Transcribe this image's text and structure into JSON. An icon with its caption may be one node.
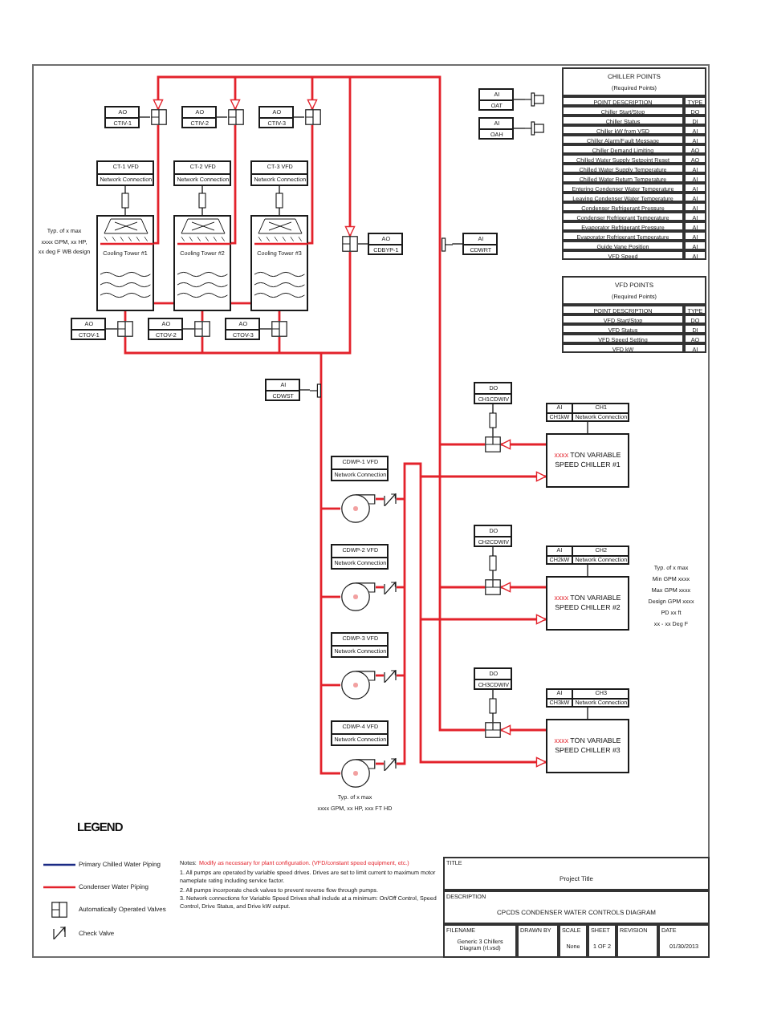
{
  "diagram": {
    "nodes": [
      {
        "text": [
          "AO",
          "CTIV-1"
        ]
      },
      {
        "text": [],
        "shape": "valve"
      },
      {
        "text": [
          "AO",
          "CTIV-2"
        ]
      },
      {
        "text": [],
        "shape": "valve"
      },
      {
        "text": [
          "AO",
          "CTIV-3"
        ]
      },
      {
        "text": [],
        "shape": "valve"
      },
      {
        "text": [
          "AI",
          "OAT"
        ]
      },
      {
        "text": [],
        "shape": "sensor"
      },
      {
        "text": [
          "AI",
          "OAH"
        ]
      },
      {
        "text": [],
        "shape": "sensor"
      },
      {
        "text": [
          "CT-1 VFD",
          "Network Connection"
        ]
      },
      {
        "text": [
          "CT-2 VFD",
          "Network Connection"
        ]
      },
      {
        "text": [
          "CT-3 VFD",
          "Network Connection"
        ]
      },
      {
        "text": [
          "Cooling Tower #1"
        ]
      },
      {
        "text": [
          "Cooling Tower #2"
        ]
      },
      {
        "text": [
          "Cooling Tower #3"
        ]
      },
      {
        "text": [],
        "shape": "valve"
      },
      {
        "text": [
          "AO",
          "CDBYP-1"
        ]
      },
      {
        "text": [],
        "shape": "sensor"
      },
      {
        "text": [
          "AI",
          "CDWRT"
        ]
      },
      {
        "text": [
          "AO",
          "CTOV-1"
        ]
      },
      {
        "text": [],
        "shape": "valve"
      },
      {
        "text": [
          "AO",
          "CTOV-2"
        ]
      },
      {
        "text": [],
        "shape": "valve"
      },
      {
        "text": [
          "AO",
          "CTOV-3"
        ]
      },
      {
        "text": [],
        "shape": "valve"
      },
      {
        "text": [
          "AI",
          "CDWST"
        ]
      },
      {
        "text": [],
        "shape": "sensor"
      },
      {
        "text": [
          "CDWP-1 VFD",
          "Network Connection"
        ]
      },
      {
        "text": [],
        "shape": "pump"
      },
      {
        "text": [],
        "shape": "valve"
      },
      {
        "text": [
          "DO",
          "CH1CDWIV"
        ]
      },
      {
        "text": [
          "AI",
          "CH1",
          "CH1kW",
          "Network Connection"
        ]
      },
      {
        "text": [],
        "shape": "valve"
      },
      {
        "text": [
          "xxxx TON VARIABLE SPEED CHILLER #1"
        ]
      },
      {
        "text": [
          "CDWP-2 VFD",
          "Network Connection"
        ]
      },
      {
        "text": [],
        "shape": "pump"
      },
      {
        "text": [],
        "shape": "valve"
      },
      {
        "text": [
          "DO",
          "CH2CDWIV"
        ]
      },
      {
        "text": [
          "AI",
          "CH2",
          "CH2kW",
          "Network Connection"
        ]
      },
      {
        "text": [],
        "shape": "valve"
      },
      {
        "text": [
          "xxxx TON VARIABLE SPEED CHILLER #2"
        ]
      },
      {
        "text": [
          "CDWP-3 VFD",
          "Network Connection"
        ]
      },
      {
        "text": [],
        "shape": "pump"
      },
      {
        "text": [],
        "shape": "valve"
      },
      {
        "text": [
          "DO",
          "CH3CDWIV"
        ]
      },
      {
        "text": [
          "AI",
          "CH3",
          "CH3kW",
          "Network Connection"
        ]
      },
      {
        "text": [],
        "shape": "valve"
      },
      {
        "text": [
          "xxxx TON VARIABLE SPEED CHILLER #3"
        ]
      },
      {
        "text": [
          "CDWP-4 VFD",
          "Network Connection"
        ]
      },
      {
        "text": [],
        "shape": "pump"
      },
      {
        "text": [],
        "shape": "valve"
      }
    ],
    "edges": [
      {
        "from": 0,
        "to": 1,
        "arrow": "none",
        "color": "#000000"
      },
      {
        "from": 2,
        "to": 3,
        "arrow": "none",
        "color": "#000000"
      },
      {
        "from": 4,
        "to": 5,
        "arrow": "none",
        "color": "#000000"
      },
      {
        "from": 6,
        "to": 7,
        "arrow": "none",
        "color": "#000000"
      },
      {
        "from": 8,
        "to": 9,
        "arrow": "none",
        "color": "#000000"
      },
      {
        "from": 10,
        "to": 13,
        "arrow": "none",
        "color": "#000000"
      },
      {
        "from": 11,
        "to": 14,
        "arrow": "none",
        "color": "#000000"
      },
      {
        "from": 12,
        "to": 15,
        "arrow": "none",
        "color": "#000000"
      },
      {
        "from": 17,
        "to": 16,
        "arrow": "none",
        "color": "#000000"
      },
      {
        "from": 19,
        "to": 18,
        "arrow": "none",
        "color": "#000000"
      },
      {
        "from": 20,
        "to": 21,
        "arrow": "none",
        "color": "#000000"
      },
      {
        "from": 22,
        "to": 23,
        "arrow": "none",
        "color": "#000000"
      },
      {
        "from": 24,
        "to": 25,
        "arrow": "none",
        "color": "#000000"
      },
      {
        "from": 26,
        "to": 27,
        "arrow": "none",
        "color": "#000000"
      },
      {
        "from": 31,
        "to": 33,
        "arrow": "none",
        "color": "#000000"
      },
      {
        "from": 32,
        "to": 34,
        "arrow": "none",
        "color": "#000000"
      },
      {
        "from": 38,
        "to": 40,
        "arrow": "none",
        "color": "#000000"
      },
      {
        "from": 39,
        "to": 41,
        "arrow": "none",
        "color": "#000000"
      },
      {
        "from": 45,
        "to": 47,
        "arrow": "none",
        "color": "#000000"
      },
      {
        "from": 46,
        "to": 48,
        "arrow": "none",
        "color": "#000000"
      },
      {
        "from": 1,
        "to": 13,
        "arrow": "none"
      },
      {
        "from": 3,
        "to": 14,
        "arrow": "none"
      },
      {
        "from": 5,
        "to": 15,
        "arrow": "none"
      },
      {
        "from": 13,
        "to": 14,
        "arrow": "none"
      },
      {
        "from": 14,
        "to": 15,
        "arrow": "none"
      },
      {
        "from": 13,
        "to": 21,
        "arrow": "none"
      },
      {
        "from": 14,
        "to": 23,
        "arrow": "none"
      },
      {
        "from": 15,
        "to": 25,
        "arrow": "none"
      },
      {
        "from": 21,
        "to": 29,
        "arrow": "none"
      },
      {
        "from": 21,
        "to": 36,
        "arrow": "none"
      },
      {
        "from": 21,
        "to": 43,
        "arrow": "none"
      },
      {
        "from": 21,
        "to": 50,
        "arrow": "none"
      },
      {
        "from": 23,
        "to": 29,
        "arrow": "none"
      },
      {
        "from": 23,
        "to": 36,
        "arrow": "none"
      },
      {
        "from": 23,
        "to": 43,
        "arrow": "none"
      },
      {
        "from": 23,
        "to": 50,
        "arrow": "none"
      },
      {
        "from": 25,
        "to": 29,
        "arrow": "none"
      },
      {
        "from": 25,
        "to": 36,
        "arrow": "none"
      },
      {
        "from": 25,
        "to": 43,
        "arrow": "none"
      },
      {
        "from": 25,
        "to": 50,
        "arrow": "none"
      },
      {
        "from": 16,
        "to": 29,
        "arrow": "none"
      },
      {
        "from": 16,
        "to": 36,
        "arrow": "none"
      },
      {
        "from": 16,
        "to": 43,
        "arrow": "none"
      },
      {
        "from": 16,
        "to": 50,
        "arrow": "none"
      },
      {
        "from": 29,
        "to": 30,
        "arrow": "none"
      },
      {
        "from": 36,
        "to": 37,
        "arrow": "none"
      },
      {
        "from": 43,
        "to": 44,
        "arrow": "none"
      },
      {
        "from": 50,
        "to": 51,
        "arrow": "none"
      },
      {
        "from": 30,
        "to": 34,
        "arrow": "to"
      },
      {
        "from": 30,
        "to": 41,
        "arrow": "to"
      },
      {
        "from": 30,
        "to": 48,
        "arrow": "to"
      },
      {
        "from": 37,
        "to": 34,
        "arrow": "to"
      },
      {
        "from": 37,
        "to": 41,
        "arrow": "to"
      },
      {
        "from": 37,
        "to": 48,
        "arrow": "to"
      },
      {
        "from": 44,
        "to": 34,
        "arrow": "to"
      },
      {
        "from": 44,
        "to": 41,
        "arrow": "to"
      },
      {
        "from": 44,
        "to": 48,
        "arrow": "to"
      },
      {
        "from": 51,
        "to": 34,
        "arrow": "to"
      },
      {
        "from": 51,
        "to": 41,
        "arrow": "to"
      },
      {
        "from": 51,
        "to": 48,
        "arrow": "to"
      },
      {
        "from": 34,
        "to": 33,
        "arrow": "to"
      },
      {
        "from": 41,
        "to": 40,
        "arrow": "to"
      },
      {
        "from": 48,
        "to": 47,
        "arrow": "to"
      },
      {
        "from": 33,
        "to": 1,
        "arrow": "to"
      },
      {
        "from": 33,
        "to": 3,
        "arrow": "to"
      },
      {
        "from": 33,
        "to": 5,
        "arrow": "to"
      },
      {
        "from": 33,
        "to": 16,
        "arrow": "to"
      },
      {
        "from": 40,
        "to": 1,
        "arrow": "to"
      },
      {
        "from": 40,
        "to": 3,
        "arrow": "to"
      },
      {
        "from": 40,
        "to": 5,
        "arrow": "to"
      },
      {
        "from": 40,
        "to": 16,
        "arrow": "to"
      },
      {
        "from": 47,
        "to": 1,
        "arrow": "to"
      },
      {
        "from": 47,
        "to": 3,
        "arrow": "to"
      },
      {
        "from": 47,
        "to": 5,
        "arrow": "to"
      },
      {
        "from": 47,
        "to": 16,
        "arrow": "to"
      }
    ],
    "labels": [
      "Typ. of x max",
      "xxxx GPM, xx HP,",
      "xx deg F WB design",
      "CHILLER POINTS",
      "(Required Points)",
      "POINT DESCRIPTION",
      "TYPE",
      "Chiller Start/Stop",
      "DO",
      "Chiller Status",
      "DI",
      "Chiller kW from VSD",
      "AI",
      "Chiller Alarm/Fault Message",
      "AI",
      "Chiller Demand Limiting",
      "AO",
      "Chilled Water Supply Setpoint Reset",
      "AO",
      "Chilled Water Supply Temperature",
      "AI",
      "Chilled Water Return Temperature",
      "AI",
      "Entering Condenser Water Temperature",
      "AI",
      "Leaving Condenser Water Temperature",
      "AI",
      "Condenser Refrigerant Pressure",
      "AI",
      "Condenser Refrigerant Temperature",
      "AI",
      "Evaporator Refrigerant Pressure",
      "AI",
      "Evaporator Refrigerant Temperature",
      "AI",
      "Guide Vane Position",
      "AI",
      "VFD Speed",
      "AI",
      "VFD POINTS",
      "(Required Points)",
      "POINT DESCRIPTION",
      "TYPE",
      "VFD Start/Stop",
      "DO",
      "VFD Status",
      "DI",
      "VFD Speed Setting",
      "AO",
      "VFD kW",
      "AI",
      "Typ. of x max",
      "Min GPM xxxx",
      "Max GPM xxxx",
      "Design GPM xxxx",
      "PD xx ft",
      "xx - xx Deg F",
      "Typ. of x max",
      "xxxx GPM, xx HP, xxx FT HD",
      "LEGEND",
      "Notes:",
      "Modify as necessary for plant configuration. (VFD/constant speed equipment, etc.)",
      "1. All pumps are operated by variable speed drives. Drives are set to limit current to maximum motor nameplate rating including service factor.",
      "2. All pumps incorporate check valves to prevent reverse flow through pumps.",
      "3. Network connections for Variable Speed Drives shall include at a minimum: On/Off Control, Speed Control, Drive Status, and Drive kW output.",
      "TITLE",
      "Project Title",
      "DESCRIPTION",
      "CPCDS CONDENSER WATER CONTROLS DIAGRAM",
      "FILENAME",
      "Generic 3 Chillers Diagram (rl.vsd)",
      "DRAWN BY",
      "SCALE",
      "None",
      "SHEET",
      "1 OF 2",
      "REVISION",
      "DATE",
      "01/30/2013"
    ],
    "legend": [
      {
        "text": "Primary Chilled Water Piping"
      },
      {
        "text": "Condenser Water Piping"
      },
      {
        "text": "Automatically Operated Valves"
      },
      {
        "text": "Check Valve"
      }
    ]
  }
}
